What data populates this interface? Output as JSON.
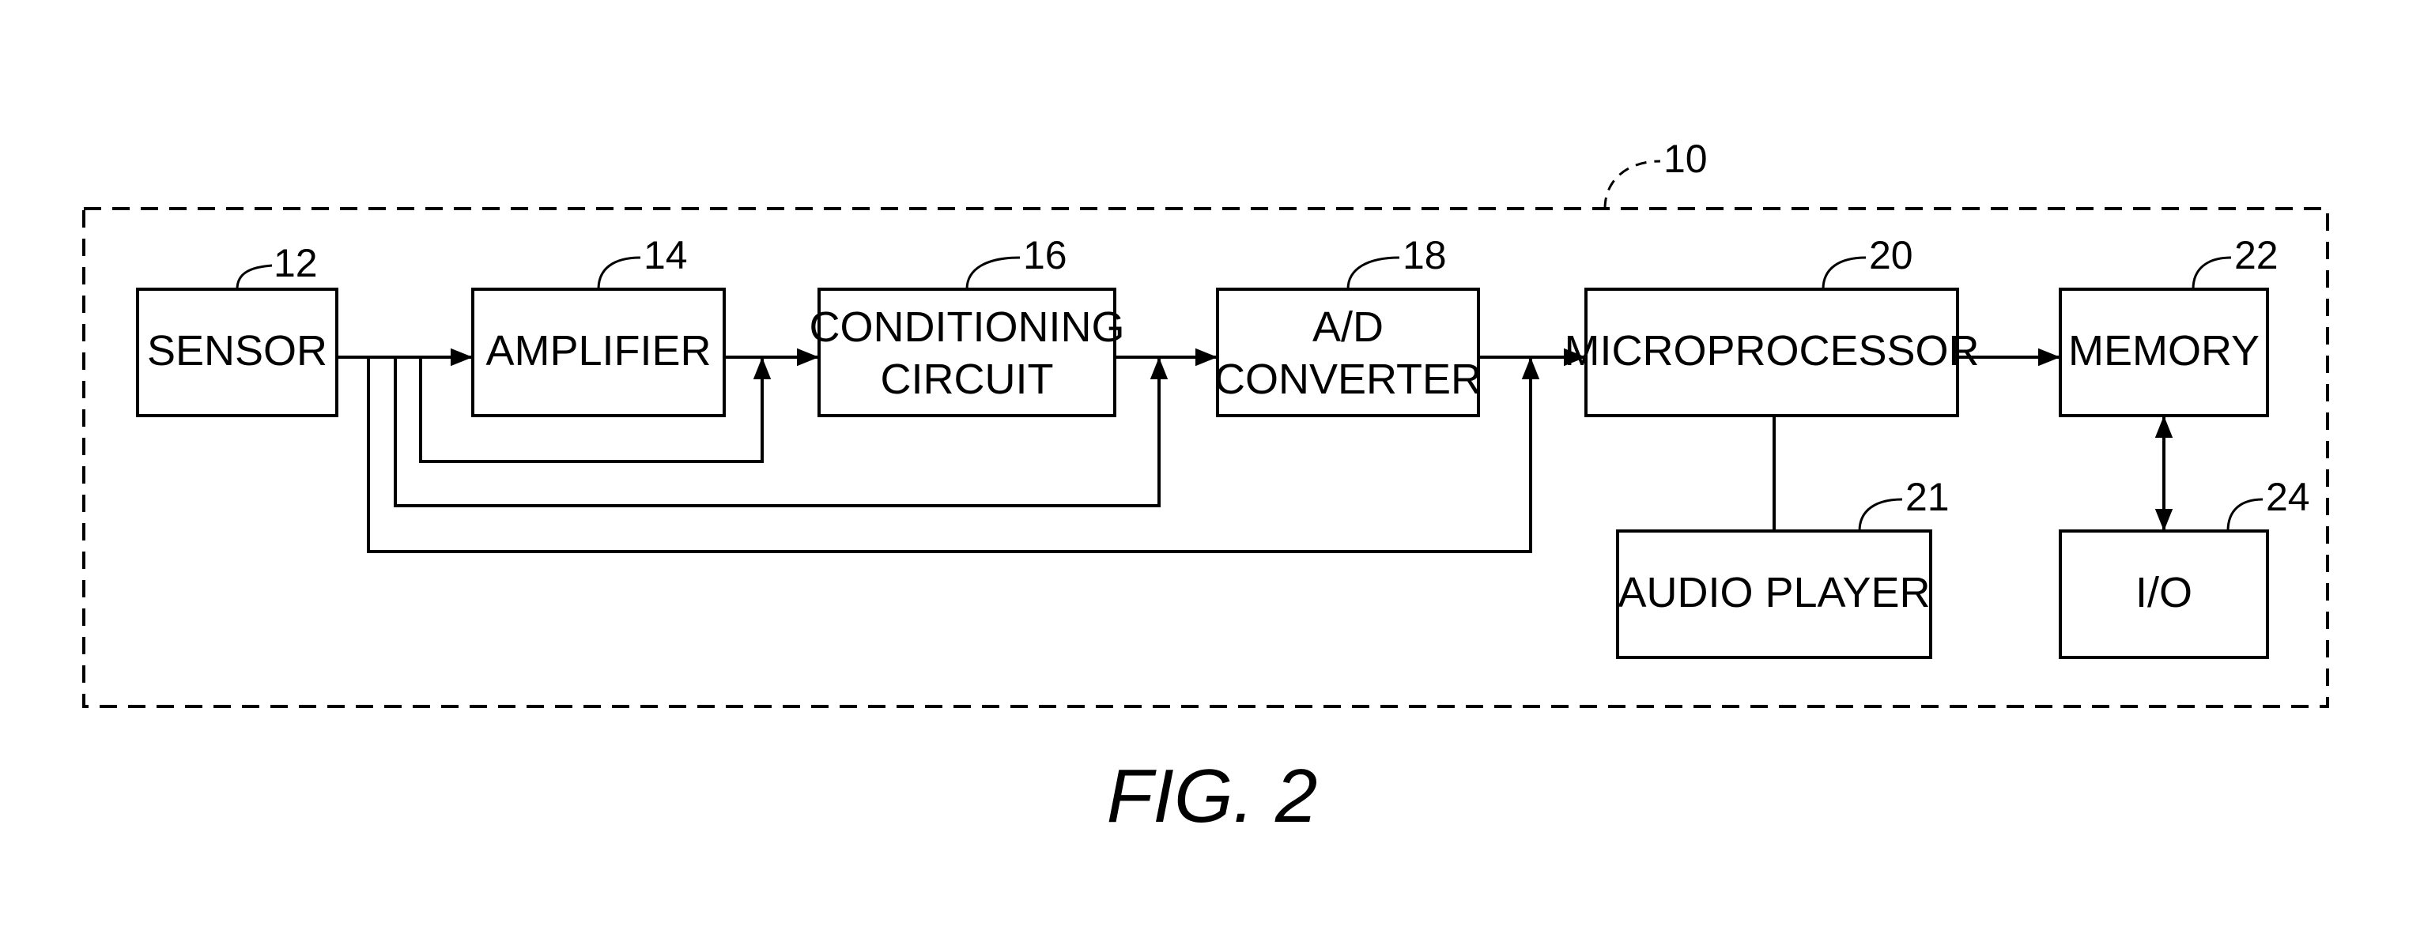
{
  "figure": {
    "caption": "FIG. 2",
    "system_ref": "10"
  },
  "blocks": {
    "sensor": {
      "label": "SENSOR",
      "ref": "12"
    },
    "amplifier": {
      "label": "AMPLIFIER",
      "ref": "14"
    },
    "conditioning": {
      "line1": "CONDITIONING",
      "line2": "CIRCUIT",
      "ref": "16"
    },
    "adc": {
      "line1": "A/D",
      "line2": "CONVERTER",
      "ref": "18"
    },
    "microprocessor": {
      "label": "MICROPROCESSOR",
      "ref": "20"
    },
    "audio_player": {
      "label": "AUDIO PLAYER",
      "ref": "21"
    },
    "memory": {
      "label": "MEMORY",
      "ref": "22"
    },
    "io": {
      "label": "I/O",
      "ref": "24"
    }
  }
}
